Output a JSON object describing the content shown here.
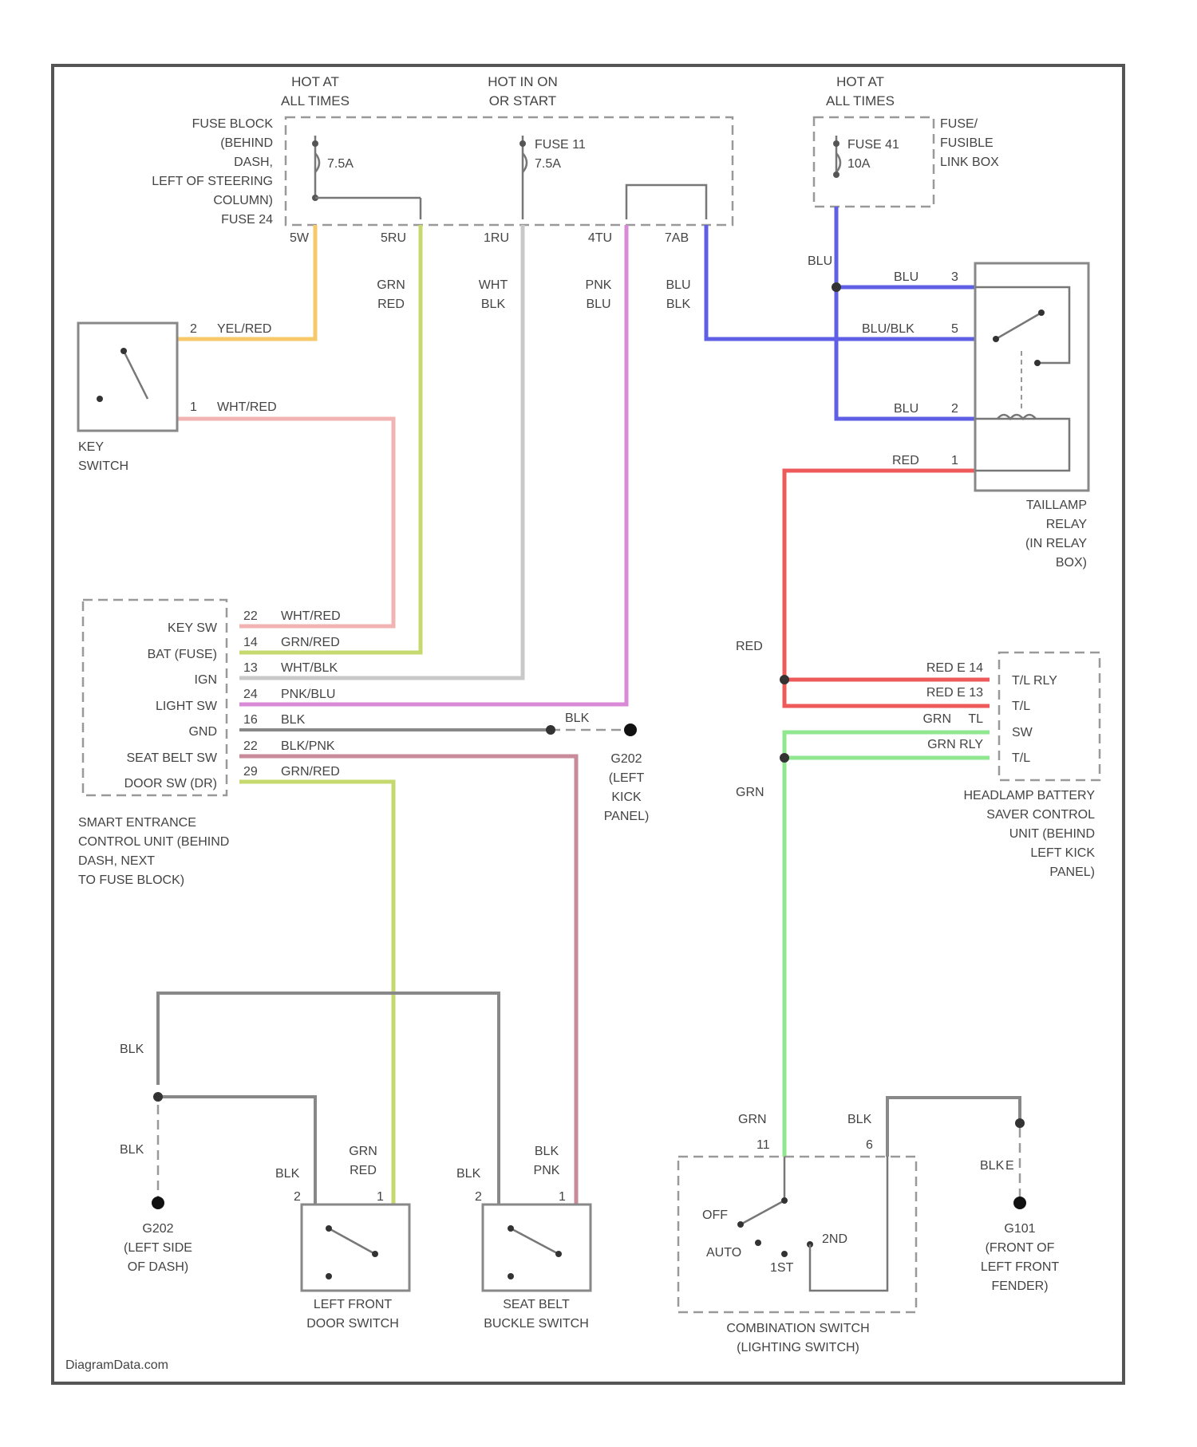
{
  "colors": {
    "yel_red": "#f7c96a",
    "grn_red": "#c5d96f",
    "wht_blk": "#c8c8c8",
    "pnk_blu": "#d98ad6",
    "blu_blk": "#5f5fe6",
    "blu": "#5f5fe6",
    "wht_red": "#f2b3b3",
    "red": "#ee5a5a",
    "grn": "#8fe88f",
    "blk": "#888888",
    "blk_pnk": "#c98a9a"
  },
  "labels": {
    "hot_all_times_1": [
      "HOT AT",
      "ALL TIMES"
    ],
    "hot_in_on": [
      "HOT IN ON",
      "OR START"
    ],
    "hot_all_times_2": [
      "HOT AT",
      "ALL TIMES"
    ],
    "fuse_block": [
      "FUSE BLOCK",
      "(BEHIND",
      "DASH,",
      "LEFT OF STEERING",
      "COLUMN)",
      "FUSE 24"
    ],
    "fuse24_rating": "7.5A",
    "fuse11": "FUSE 11",
    "fuse11_rating": "7.5A",
    "fuse41": "FUSE 41",
    "fuse41_rating": "10A",
    "fusible_link": [
      "FUSE/",
      "FUSIBLE",
      "LINK BOX"
    ],
    "pins_top": [
      "5W",
      "5RU",
      "1RU",
      "4TU",
      "7AB"
    ],
    "wire_grn_red_top": [
      "GRN",
      "RED"
    ],
    "wire_wht_blk_top": [
      "WHT",
      "BLK"
    ],
    "wire_pnk_blu_top": [
      "PNK",
      "BLU"
    ],
    "wire_blu_blk_top": [
      "BLU",
      "BLK"
    ],
    "key_pin2": "2",
    "key_yel_red": "YEL/RED",
    "key_pin1": "1",
    "key_wht_red": "WHT/RED",
    "key_switch": [
      "KEY",
      "SWITCH"
    ],
    "relay_blu_left": "BLU",
    "relay_blu_3": "BLU",
    "relay_pin3": "3",
    "relay_blublk_5": "BLU/BLK",
    "relay_pin5": "5",
    "relay_blu_2": "BLU",
    "relay_pin2": "2",
    "relay_red_1": "RED",
    "relay_pin1": "1",
    "taillamp_relay": [
      "TAILLAMP",
      "RELAY",
      "(IN RELAY",
      "BOX)"
    ],
    "secu_terms": [
      "KEY SW",
      "BAT (FUSE)",
      "IGN",
      "LIGHT SW",
      "GND",
      "SEAT BELT SW",
      "DOOR SW (DR)"
    ],
    "secu_pins": [
      "22",
      "14",
      "13",
      "24",
      "16",
      "22",
      "29"
    ],
    "secu_wires": [
      "WHT/RED",
      "GRN/RED",
      "WHT/BLK",
      "PNK/BLU",
      "BLK",
      "BLK/PNK",
      "GRN/RED"
    ],
    "secu_name": [
      "SMART ENTRANCE",
      "CONTROL UNIT (BEHIND",
      "DASH, NEXT",
      "TO FUSE BLOCK)"
    ],
    "g_blk_kick": "BLK",
    "g202": [
      "G202",
      "(LEFT",
      "KICK",
      "PANEL)"
    ],
    "red_mid": "RED",
    "hbs_wires": [
      "RED E 14",
      "RED E 13",
      "GRN",
      "GRN RLY"
    ],
    "hbs_wire_tl": "TL",
    "hbs_terms": [
      "T/L RLY",
      "T/L",
      "SW",
      "T/L"
    ],
    "hbs_name": [
      "HEADLAMP BATTERY",
      "SAVER CONTROL",
      "UNIT (BEHIND",
      "LEFT KICK",
      "PANEL)"
    ],
    "grn_mid": "GRN",
    "blk_left_1": "BLK",
    "blk_left_2": "BLK",
    "g202_dash": [
      "G202",
      "(LEFT SIDE",
      "OF DASH)"
    ],
    "door_blk": "BLK",
    "door_pin2": "2",
    "door_grn_red": [
      "GRN",
      "RED"
    ],
    "door_pin1": "1",
    "door_switch": [
      "LEFT FRONT",
      "DOOR SWITCH"
    ],
    "belt_blk": "BLK",
    "belt_pin2": "2",
    "belt_blk_pnk": [
      "BLK",
      "PNK"
    ],
    "belt_pin1": "1",
    "belt_switch": [
      "SEAT BELT",
      "BUCKLE SWITCH"
    ],
    "comb_grn": "GRN",
    "comb_pin11": "11",
    "comb_blk": "BLK",
    "comb_pin6": "6",
    "comb_off": "OFF",
    "comb_auto": "AUTO",
    "comb_1st": "1ST",
    "comb_2nd": "2ND",
    "comb_name": [
      "COMBINATION SWITCH",
      "(LIGHTING SWITCH)"
    ],
    "blk_e": "BLK",
    "e_pin": "E",
    "g101": [
      "G101",
      "(FRONT OF",
      "LEFT FRONT",
      "FENDER)"
    ],
    "watermark": "DiagramData.com"
  }
}
